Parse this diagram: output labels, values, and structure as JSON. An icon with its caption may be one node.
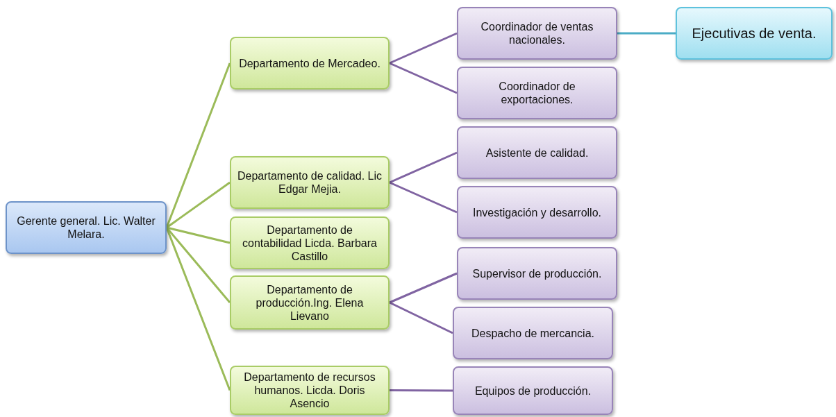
{
  "diagram": {
    "nodes": [
      {
        "text": [
          "Gerente general. Lic. Walter Melara."
        ]
      },
      {
        "text": [
          "Departamento de Mercadeo."
        ]
      },
      {
        "text": [
          "Coordinador de ventas nacionales."
        ]
      },
      {
        "text": [
          "Ejecutivas de venta."
        ]
      },
      {
        "text": [
          "Coordinador de exportaciones."
        ]
      },
      {
        "text": [
          "Departamento de calidad. Lic Edgar Mejia."
        ]
      },
      {
        "text": [
          "Asistente de calidad."
        ]
      },
      {
        "text": [
          "Investigación y desarrollo."
        ]
      },
      {
        "text": [
          "Departamento de contabilidad Licda. Barbara Castillo"
        ]
      },
      {
        "text": [
          "Departamento de producción.Ing. Elena Lievano"
        ]
      },
      {
        "text": [
          "Supervisor de producción."
        ]
      },
      {
        "text": [
          "Despacho de mercancia."
        ]
      },
      {
        "text": [
          "Departamento de recursos humanos. Licda. Doris Asencio"
        ]
      },
      {
        "text": [
          "Equipos de producción."
        ]
      }
    ],
    "edges": [
      {
        "from": 0,
        "to": 1,
        "arrow": "none",
        "color": "#9bbb59"
      },
      {
        "from": 0,
        "to": 5,
        "arrow": "none",
        "color": "#9bbb59"
      },
      {
        "from": 0,
        "to": 8,
        "arrow": "none",
        "color": "#9bbb59"
      },
      {
        "from": 0,
        "to": 9,
        "arrow": "none",
        "color": "#9bbb59"
      },
      {
        "from": 0,
        "to": 12,
        "arrow": "none",
        "color": "#9bbb59"
      },
      {
        "from": 1,
        "to": 2,
        "arrow": "none"
      },
      {
        "from": 1,
        "to": 4,
        "arrow": "none"
      },
      {
        "from": 2,
        "to": 3,
        "arrow": "none",
        "color": "#4bacc6"
      },
      {
        "from": 5,
        "to": 6,
        "arrow": "none"
      },
      {
        "from": 5,
        "to": 7,
        "arrow": "none"
      },
      {
        "from": 9,
        "to": 10,
        "arrow": "none"
      },
      {
        "from": 9,
        "to": 11,
        "arrow": "none"
      },
      {
        "from": 12,
        "to": 13,
        "arrow": "none"
      }
    ]
  }
}
